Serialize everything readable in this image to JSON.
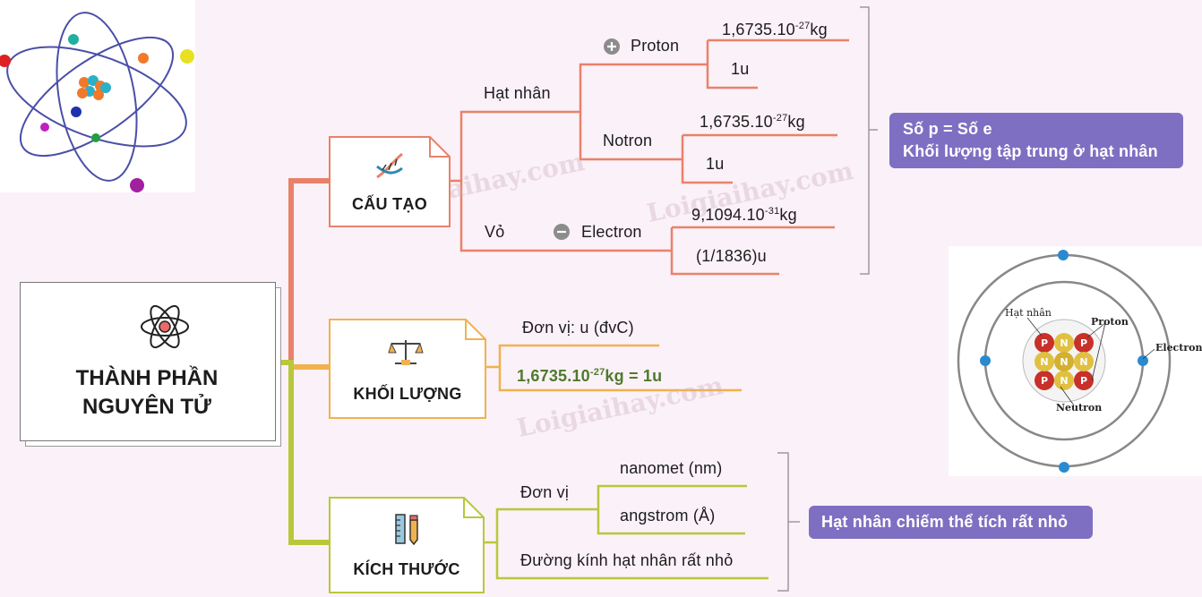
{
  "root": {
    "line1": "THÀNH PHẦN",
    "line2": "NGUYÊN TỬ",
    "icon": "atom-icon"
  },
  "structure": {
    "title": "CẤU TẠO",
    "icon": "dna-icon",
    "nucleus_label": "Hạt nhân",
    "shell_label": "Vỏ",
    "proton": {
      "label": "Proton",
      "mass_base": "1,6735.10",
      "mass_exp": "-27",
      "mass_unit": "kg",
      "amu": "1u"
    },
    "neutron": {
      "label": "Notron",
      "mass_base": "1,6735.10",
      "mass_exp": "-27",
      "mass_unit": "kg",
      "amu": "1u"
    },
    "electron": {
      "label": "Electron",
      "mass_base": "9,1094.10",
      "mass_exp": "-31",
      "mass_unit": "kg",
      "amu": "(1/1836)u"
    },
    "note_line1": "Số p = Số e",
    "note_line2": "Khối lượng tập trung ở hạt nhân"
  },
  "mass": {
    "title": "KHỐI LƯỢNG",
    "icon": "scale-icon",
    "unit_text": "Đơn vị: u (đvC)",
    "eq_base": "1,6735.10",
    "eq_exp": "-27",
    "eq_rest": "kg = 1u"
  },
  "size": {
    "title": "KÍCH THƯỚC",
    "icon": "ruler-pencil-icon",
    "unit_label": "Đơn vị",
    "unit_nm": "nanomet (nm)",
    "unit_a": "angstrom (Å)",
    "diameter": "Đường kính hạt nhân rất nhỏ",
    "note": "Hạt nhân chiếm thể tích rất nhỏ"
  },
  "atom_diagram": {
    "nucleus": "Hạt nhân",
    "proton": "Proton",
    "electron": "Electron",
    "neutron": "Neutron",
    "p": "P",
    "n": "N"
  },
  "colors": {
    "structure": "#e8826a",
    "mass": "#f0b24e",
    "size": "#b8c83a",
    "note": "#7f6fc2"
  }
}
